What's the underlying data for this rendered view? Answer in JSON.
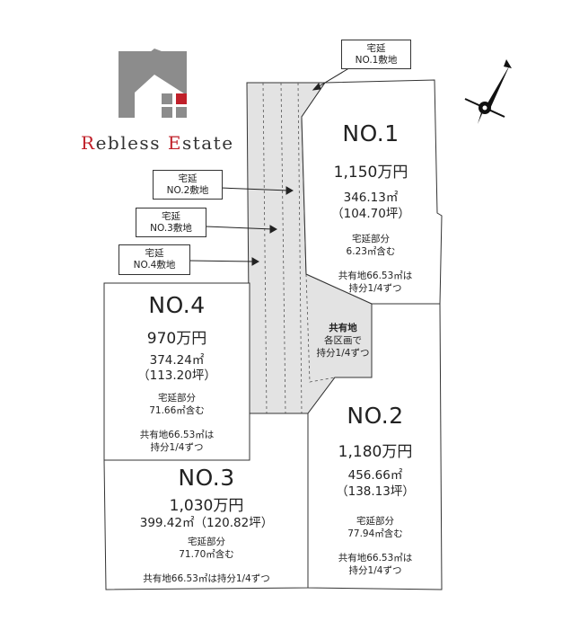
{
  "logo": {
    "brand_initial_1": "R",
    "brand_rest_1": "ebless ",
    "brand_initial_2": "E",
    "brand_rest_2": "state",
    "colors": {
      "roof": "#8c8c8c",
      "window_red": "#c0202a",
      "window_gray": "#8c8c8c"
    }
  },
  "callouts": {
    "driveway_no1": {
      "line1": "宅延",
      "line2": "NO.1敷地"
    },
    "driveway_no2": {
      "line1": "宅延",
      "line2": "NO.2敷地"
    },
    "driveway_no3": {
      "line1": "宅延",
      "line2": "NO.3敷地"
    },
    "driveway_no4": {
      "line1": "宅延",
      "line2": "NO.4敷地"
    }
  },
  "shared_land": {
    "title": "共有地",
    "line2": "各区画で",
    "line3": "持分1/4ずつ"
  },
  "lots": {
    "no1": {
      "name": "NO.1",
      "price": "1,150万円",
      "area_m2": "346.13㎡",
      "area_tsubo": "（104.70坪）",
      "driveway_line1": "宅延部分",
      "driveway_line2": "6.23㎡含む",
      "shared_line1": "共有地66.53㎡は",
      "shared_line2": "持分1/4ずつ"
    },
    "no2": {
      "name": "NO.2",
      "price": "1,180万円",
      "area_m2": "456.66㎡",
      "area_tsubo": "（138.13坪）",
      "driveway_line1": "宅延部分",
      "driveway_line2": "77.94㎡含む",
      "shared_line1": "共有地66.53㎡は",
      "shared_line2": "持分1/4ずつ"
    },
    "no3": {
      "name": "NO.3",
      "price": "1,030万円",
      "area_combined": "399.42㎡（120.82坪）",
      "driveway_line1": "宅延部分",
      "driveway_line2": "71.70㎡含む",
      "shared_line1": "共有地66.53㎡は持分1/4ずつ"
    },
    "no4": {
      "name": "NO.4",
      "price": "970万円",
      "area_m2": "374.24㎡",
      "area_tsubo": "（113.20坪）",
      "driveway_line1": "宅延部分",
      "driveway_line2": "71.66㎡含む",
      "shared_line1": "共有地66.53㎡は",
      "shared_line2": "持分1/4ずつ"
    }
  },
  "compass": {
    "icon": "north-arrow-icon"
  },
  "colors": {
    "shared_area_fill": "#e3e3e3",
    "line": "#333333"
  }
}
